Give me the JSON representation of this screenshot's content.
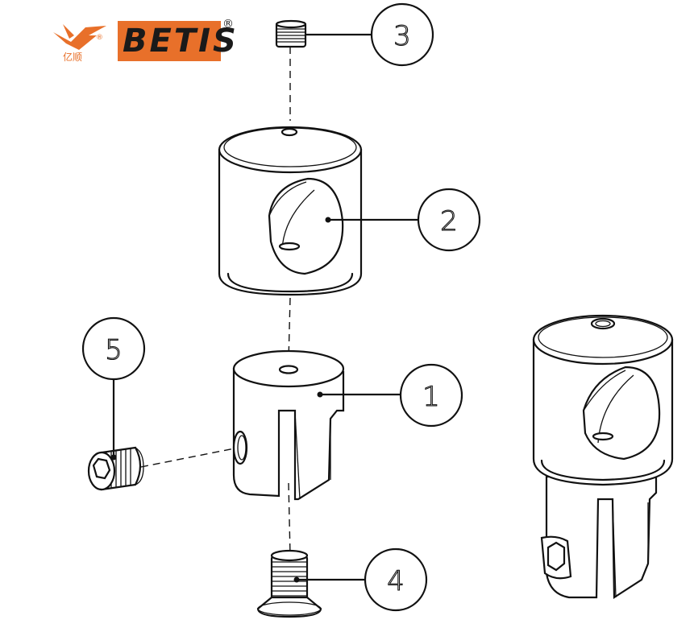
{
  "logo": {
    "brand": "BETIS",
    "registered_mark": "®",
    "chinese_name": "亿顺",
    "colors": {
      "accent": "#e8702a",
      "text": "#1a1a1a"
    }
  },
  "callouts": [
    {
      "id": "1",
      "label": "1"
    },
    {
      "id": "2",
      "label": "2"
    },
    {
      "id": "3",
      "label": "3"
    },
    {
      "id": "4",
      "label": "4"
    },
    {
      "id": "5",
      "label": "5"
    }
  ]
}
